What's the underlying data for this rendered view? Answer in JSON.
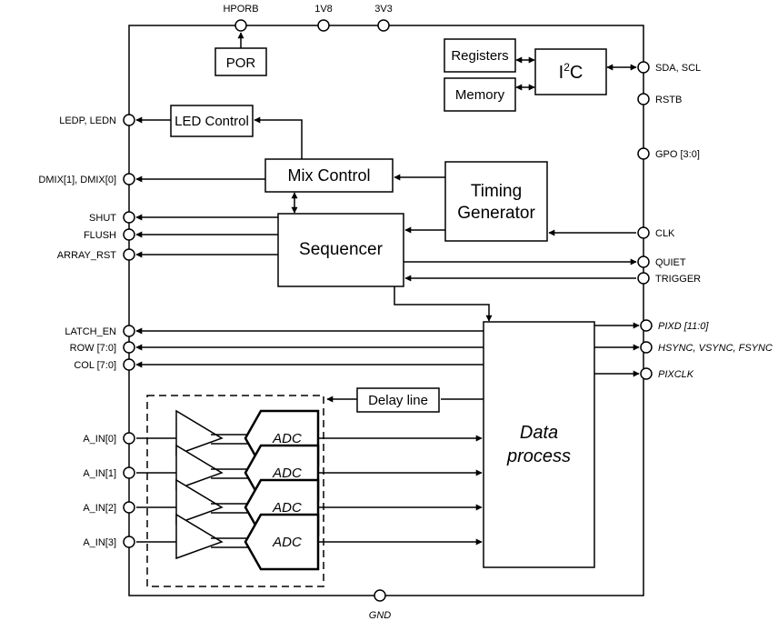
{
  "top_pins": {
    "hporb": "HPORB",
    "v1v8": "1V8",
    "v3v3": "3V3"
  },
  "bottom_pins": {
    "gnd": "GND"
  },
  "left_pins": {
    "ledp_ledn": "LEDP, LEDN",
    "dmix": "DMIX[1], DMIX[0]",
    "shut": "SHUT",
    "flush": "FLUSH",
    "array_rst": "ARRAY_RST",
    "latch_en": "LATCH_EN",
    "row": "ROW [7:0]",
    "col": "COL [7:0]",
    "a_in0": "A_IN[0]",
    "a_in1": "A_IN[1]",
    "a_in2": "A_IN[2]",
    "a_in3": "A_IN[3]"
  },
  "right_pins": {
    "sda_scl": "SDA, SCL",
    "rstb": "RSTB",
    "gpo": "GPO [3:0]",
    "clk": "CLK",
    "quiet": "QUIET",
    "trigger": "TRIGGER",
    "pixd": "PIXD [11:0]",
    "sync": "HSYNC, VSYNC, FSYNC",
    "pixclk": "PIXCLK"
  },
  "blocks": {
    "por": "POR",
    "registers": "Registers",
    "memory": "Memory",
    "i2c_main": "I",
    "i2c_sup": "2",
    "i2c_tail": "C",
    "led_control": "LED Control",
    "mix_control": "Mix Control",
    "timing_line1": "Timing",
    "timing_line2": "Generator",
    "sequencer": "Sequencer",
    "delay_line": "Delay line",
    "data_line1": "Data",
    "data_line2": "process",
    "adc0": "ADC",
    "adc1": "ADC",
    "adc2": "ADC",
    "adc3": "ADC"
  }
}
